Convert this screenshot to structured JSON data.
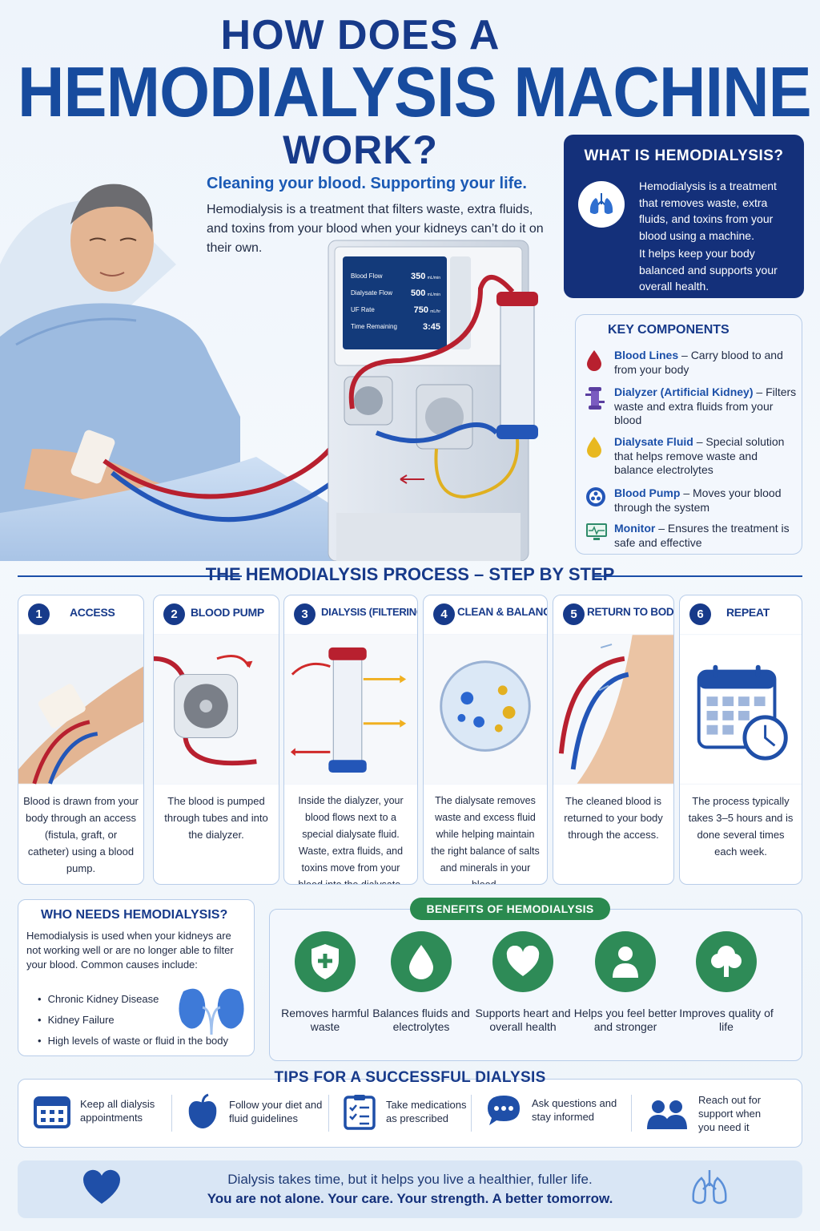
{
  "header": {
    "title_line1": "HOW DOES A",
    "title_line2": "HEMODIALYSIS MACHINE",
    "title_line3": "WORK?",
    "tagline": "Cleaning your blood. Supporting your life.",
    "intro": "Hemodialysis is a treatment that filters waste, extra fluids, and toxins from your blood when your kidneys can’t do it on their own."
  },
  "machine_screen": [
    {
      "label": "Blood Flow",
      "value": "350",
      "unit": "mL/min"
    },
    {
      "label": "Dialysate Flow",
      "value": "500",
      "unit": "mL/min"
    },
    {
      "label": "UF Rate",
      "value": "750",
      "unit": "mL/hr"
    },
    {
      "label": "Time Remaining",
      "value": "3:45",
      "unit": ""
    }
  ],
  "what_is": {
    "title": "WHAT IS HEMODIALYSIS?",
    "p1": "Hemodialysis is a treatment that removes waste, extra fluids, and toxins from your blood using a machine.",
    "p2": "It helps keep your body balanced and supports your overall health."
  },
  "key_components": {
    "title": "KEY COMPONENTS",
    "items": [
      {
        "name": "Blood Lines",
        "desc": " – Carry blood to and from your body",
        "icon": "blood-drop-icon"
      },
      {
        "name": "Dialyzer (Artificial Kidney)",
        "desc": " – Filters waste and extra fluids from your blood",
        "icon": "dialyzer-icon"
      },
      {
        "name": "Dialysate Fluid",
        "desc": " – Special solution that helps remove waste and balance electrolytes",
        "icon": "fluid-drop-icon"
      },
      {
        "name": "Blood Pump",
        "desc": " – Moves your blood through the system",
        "icon": "pump-icon"
      },
      {
        "name": "Monitor",
        "desc": " – Ensures the treatment is safe and effective",
        "icon": "monitor-icon"
      }
    ]
  },
  "process": {
    "title": "THE HEMODIALYSIS PROCESS – STEP BY STEP",
    "steps": [
      {
        "num": "1",
        "title": "ACCESS",
        "desc": "Blood is drawn from your body through an access (fistula, graft, or catheter) using a blood pump."
      },
      {
        "num": "2",
        "title": "BLOOD PUMP",
        "desc": "The blood is pumped through tubes and into the dialyzer."
      },
      {
        "num": "3",
        "title": "DIALYSIS (FILTERING)",
        "desc": "Inside the dialyzer, your blood flows next to a special dialysate fluid. Waste, extra fluids, and toxins move from your blood into the dialysate."
      },
      {
        "num": "4",
        "title": "CLEAN & BALANCE",
        "desc": "The dialysate removes waste and excess fluid while helping maintain the right balance of salts and minerals in your blood."
      },
      {
        "num": "5",
        "title": "RETURN TO BODY",
        "desc": "The cleaned blood is returned to your body through the access."
      },
      {
        "num": "6",
        "title": "REPEAT",
        "desc": "The process typically takes 3–5 hours and is done several times each week."
      }
    ]
  },
  "who_needs": {
    "title": "WHO NEEDS HEMODIALYSIS?",
    "text": "Hemodialysis is used when your kidneys are not working well or are no longer able to filter your blood. Common causes include:",
    "causes": [
      "Chronic Kidney Disease",
      "Kidney Failure",
      "High levels of waste or fluid in the body"
    ]
  },
  "benefits": {
    "title": "BENEFITS OF HEMODIALYSIS",
    "items": [
      {
        "label": "Removes harmful waste",
        "icon": "shield-plus-icon"
      },
      {
        "label": "Balances fluids and electrolytes",
        "icon": "water-drop-icon"
      },
      {
        "label": "Supports heart and overall health",
        "icon": "heart-icon"
      },
      {
        "label": "Helps you feel better and stronger",
        "icon": "person-icon"
      },
      {
        "label": "Improves quality of life",
        "icon": "tree-icon"
      }
    ]
  },
  "tips": {
    "title": "TIPS FOR A SUCCESSFUL DIALYSIS",
    "items": [
      {
        "label": "Keep all dialysis appointments",
        "icon": "calendar-icon"
      },
      {
        "label": "Follow your diet and fluid guidelines",
        "icon": "apple-icon"
      },
      {
        "label": "Take medications as prescribed",
        "icon": "checklist-icon"
      },
      {
        "label": "Ask questions and stay informed",
        "icon": "chat-icon"
      },
      {
        "label": "Reach out for support when you need it",
        "icon": "people-icon"
      }
    ]
  },
  "footer": {
    "line1": "Dialysis takes time, but it helps you live a healthier, fuller life.",
    "line2": "You are not alone. Your care. Your strength. A better tomorrow."
  },
  "colors": {
    "navy": "#173a8a",
    "red": "#b8202f",
    "blue": "#2356b8",
    "green": "#2e8b57",
    "gold": "#e0b020"
  }
}
